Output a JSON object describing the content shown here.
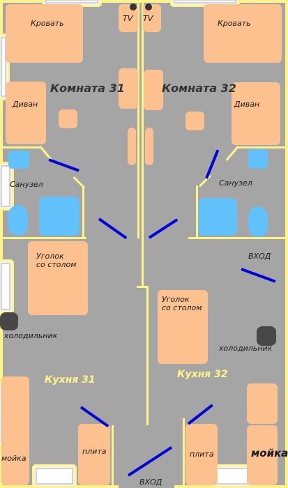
{
  "labels": {
    "bed": "Кровать",
    "sofa": "Диван",
    "tv": "TV",
    "room_31": "Комната 31",
    "room_32": "Комната 32",
    "bathroom": "Санузел",
    "corner": "Уголок\nсо столом",
    "fridge": "холодильник",
    "kitchen_31": "Кухня 31",
    "kitchen_32": "Кухня 32",
    "stove": "плита",
    "sink": "мойка",
    "entrance": "ВХОД"
  },
  "colors": {
    "background": "#a5a5a5",
    "wall": "#fff48a",
    "furniture": "#fdc190",
    "fixture": "#62c1fa",
    "door": "#0000d8",
    "appliance": "#474747"
  }
}
